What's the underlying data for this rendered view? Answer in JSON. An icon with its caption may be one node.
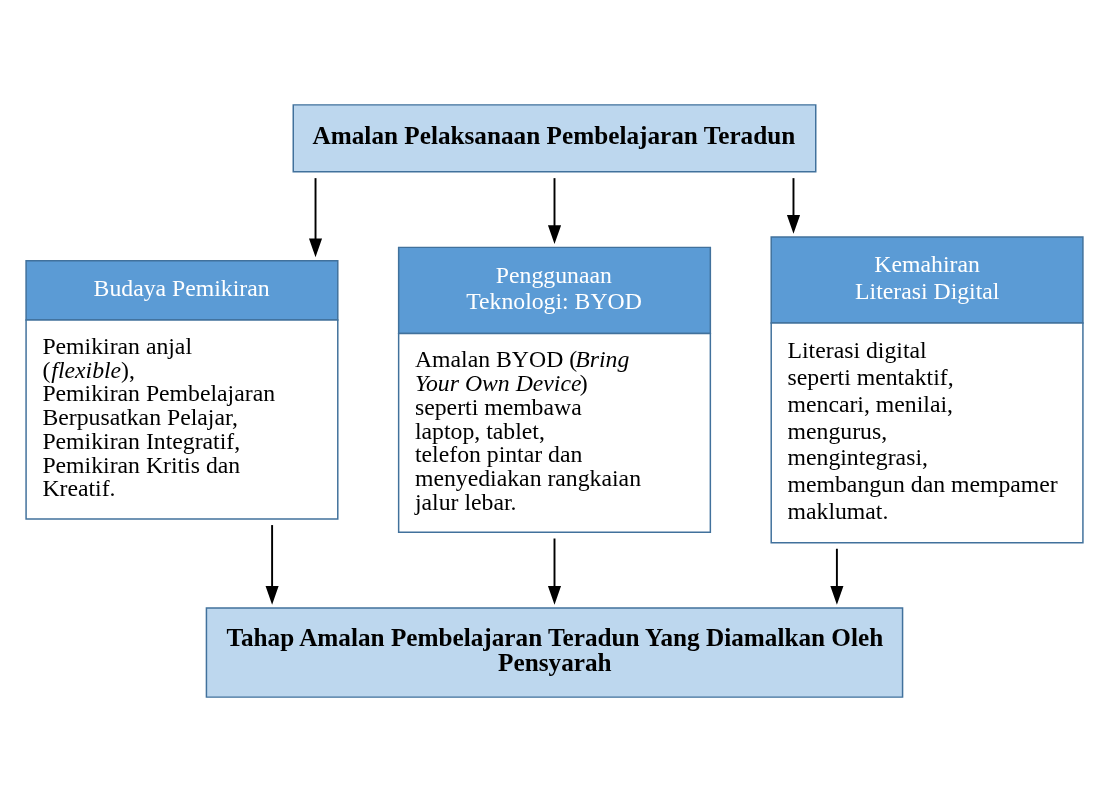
{
  "diagram": {
    "nodes": [
      {
        "text": [
          "Amalan Pelaksanaan Pembelajaran Teradun"
        ]
      },
      {
        "text": [
          "Budaya Pemikiran",
          "Pemikiran anjal (*flexible*), Pemikiran Pembelajaran Berpusatkan Pelajar, Pemikiran Integratif, Pemikiran Kritis dan Kreatif."
        ]
      },
      {
        "text": [
          "Penggunaan Teknologi: BYOD",
          "Amalan BYOD (*Bring Your Own Device*) seperti membawa laptop, tablet, telefon pintar dan menyediakan rangkaian jalur lebar."
        ]
      },
      {
        "text": [
          "Kemahiran Literasi Digital",
          "Literasi digital seperti mentaktif, mencari, menilai, mengurus, mengintegrasi, membangun dan mempamer maklumat."
        ]
      },
      {
        "text": [
          "Tahap Amalan Pembelajaran Teradun Yang Diamalkan Oleh Pensyarah"
        ]
      }
    ],
    "edges": [
      {
        "from": 0,
        "to": 1,
        "arrow": "to"
      },
      {
        "from": 0,
        "to": 2,
        "arrow": "to"
      },
      {
        "from": 0,
        "to": 3,
        "arrow": "to"
      },
      {
        "from": 1,
        "to": 4,
        "arrow": "to"
      },
      {
        "from": 2,
        "to": 4,
        "arrow": "to"
      },
      {
        "from": 3,
        "to": 4,
        "arrow": "to"
      }
    ]
  }
}
